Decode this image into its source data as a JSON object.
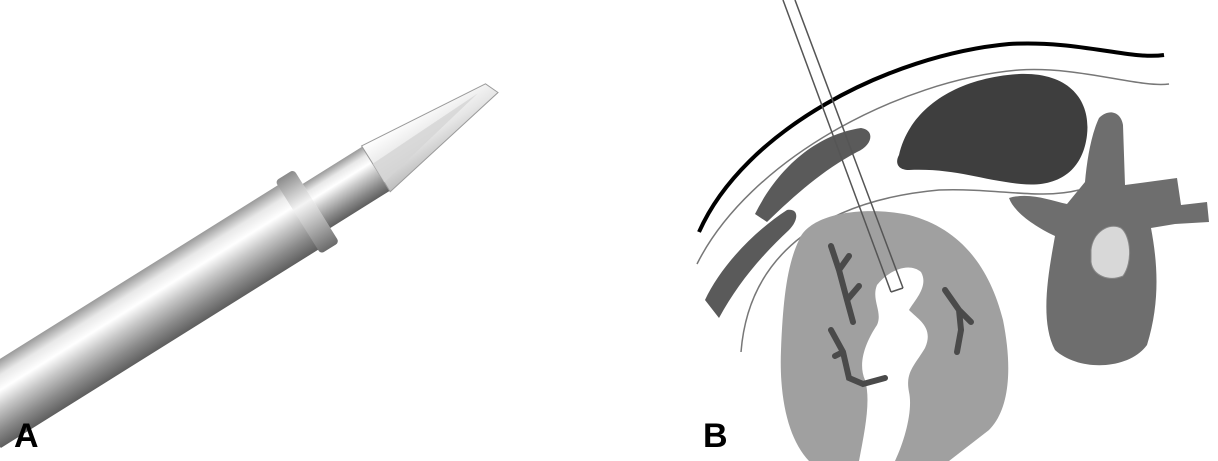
{
  "panels": [
    {
      "label": "A"
    },
    {
      "label": "B"
    }
  ],
  "colors": {
    "background": "#ffffff",
    "metal_light": "#f2f2f2",
    "metal_mid": "#b8b8b8",
    "metal_dark": "#6e6e6e",
    "organ_dark": "#4a4a4a",
    "organ_mid": "#7a7a7a",
    "organ_light": "#9a9a9a",
    "cord": "#d8d8d8",
    "skin": "#000000"
  },
  "icons": {
    "needle": "biopsy-needle-photo",
    "diagram": "axial-cross-section-needle-path"
  }
}
